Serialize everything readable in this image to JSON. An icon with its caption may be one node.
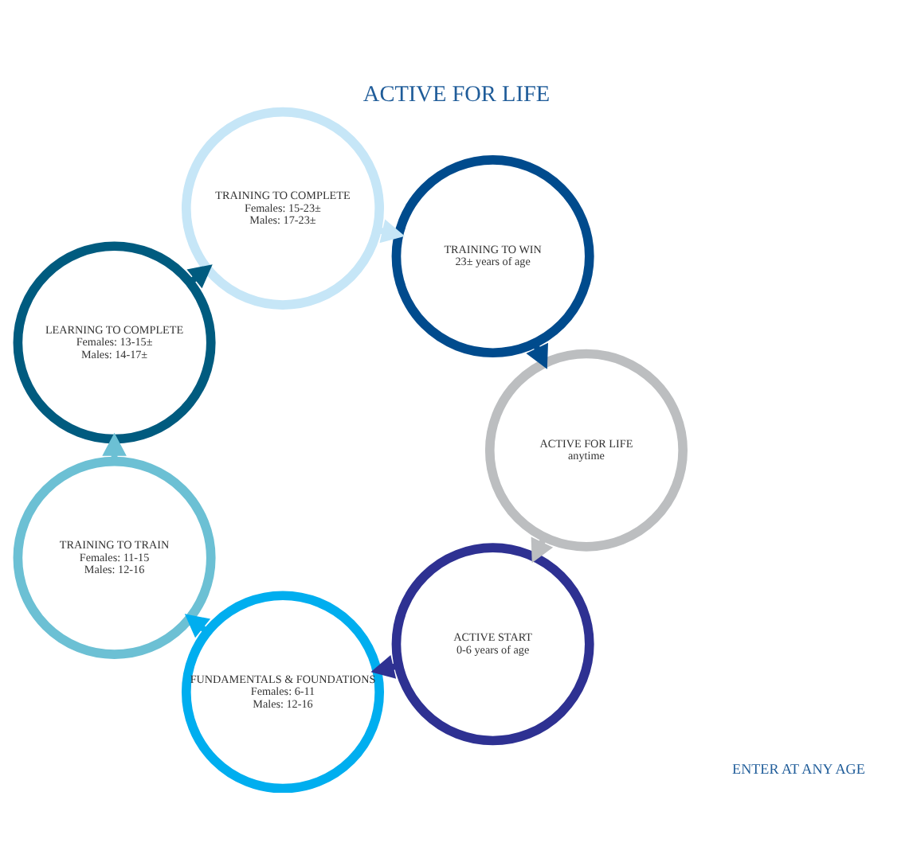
{
  "diagram": {
    "title": "ACTIVE FOR LIFE",
    "nodes": [
      {
        "text": [
          "ACTIVE START",
          "0-6 years of age"
        ]
      },
      {
        "text": [
          "FUNDAMENTALS & FOUNDATIONS",
          "Females: 6-11",
          "Males: 12-16"
        ]
      },
      {
        "text": [
          "TRAINING TO TRAIN",
          "Females: 11-15",
          "Males: 12-16"
        ]
      },
      {
        "text": [
          "LEARNING TO COMPLETE",
          "Females: 13-15±",
          "Males: 14-17±"
        ]
      },
      {
        "text": [
          "TRAINING TO COMPLETE",
          "Females: 15-23±",
          "Males: 17-23±"
        ]
      },
      {
        "text": [
          "TRAINING TO WIN",
          "23± years of age"
        ]
      },
      {
        "text": [
          "ACTIVE FOR LIFE",
          "anytime"
        ]
      }
    ],
    "edges": [
      {
        "from": 0,
        "to": 1,
        "arrow": "to",
        "color": "#2e3192"
      },
      {
        "from": 1,
        "to": 2,
        "arrow": "to",
        "color": "#00aeef"
      },
      {
        "from": 2,
        "to": 3,
        "arrow": "to",
        "color": "#6cc0d4"
      },
      {
        "from": 3,
        "to": 4,
        "arrow": "to",
        "color": "#005b7f"
      },
      {
        "from": 4,
        "to": 5,
        "arrow": "to",
        "color": "#c6e6f7"
      },
      {
        "from": 5,
        "to": 6,
        "arrow": "to",
        "color": "#004b8d"
      },
      {
        "from": 6,
        "to": 0,
        "arrow": "to",
        "color": "#bcbec0"
      }
    ],
    "labels": [
      "ENTER AT ANY AGE"
    ]
  }
}
